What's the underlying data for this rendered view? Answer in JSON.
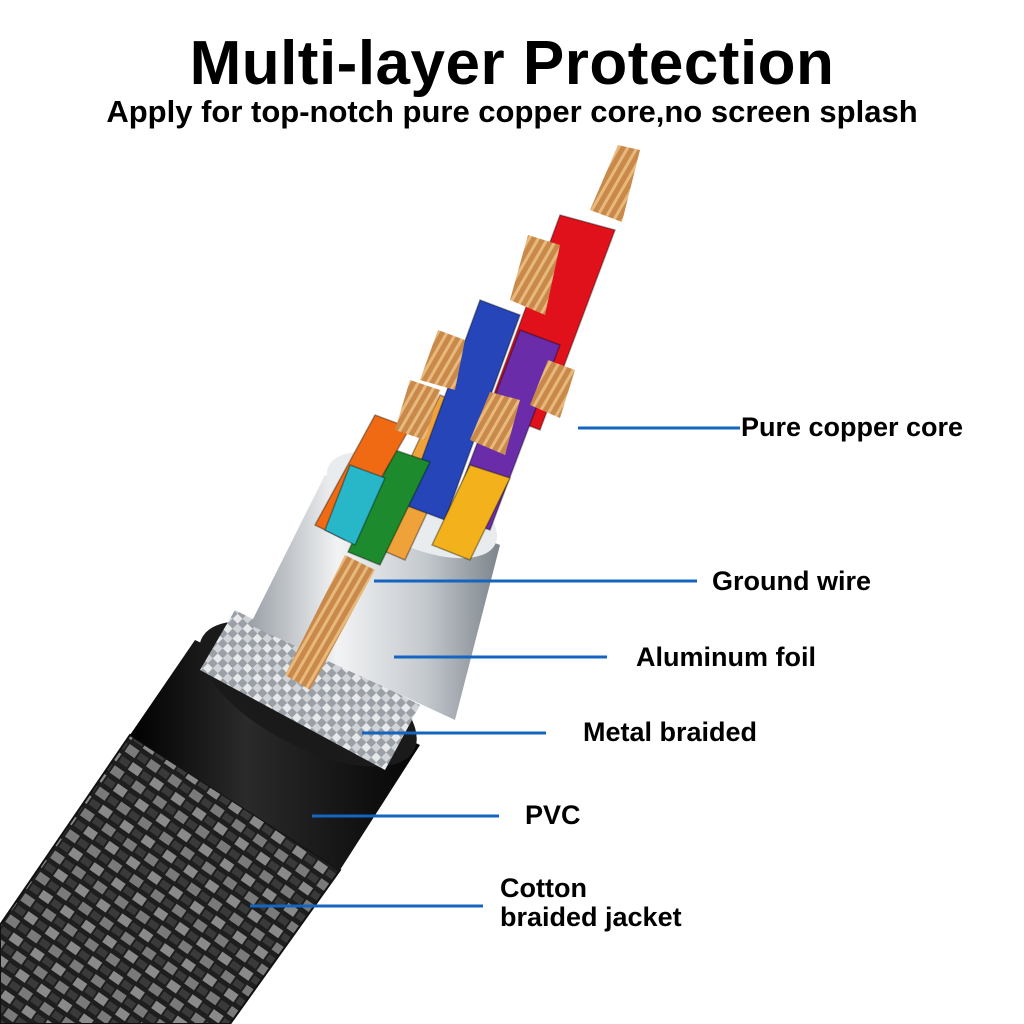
{
  "header": {
    "title": "Multi-layer Protection",
    "subtitle": "Apply for top-notch pure copper core,no screen splash"
  },
  "layers": [
    {
      "label": "Pure copper core"
    },
    {
      "label": "Ground wire"
    },
    {
      "label": "Aluminum foil"
    },
    {
      "label": "Metal braided"
    },
    {
      "label": "PVC"
    },
    {
      "label_line1": "Cotton",
      "label_line2": "braided jacket"
    }
  ],
  "colors": {
    "leader_line": "#1565c0",
    "jacket": "#2b2b2b",
    "pvc": "#111111",
    "foil": "#cfd3d8",
    "copper": "#c9894a"
  },
  "wire_colors": [
    "#e1111b",
    "#f0a23a",
    "#2545b8",
    "#6a2ca8",
    "#1e8a2e",
    "#ef6a12",
    "#27b7c9",
    "#f3b21b"
  ]
}
